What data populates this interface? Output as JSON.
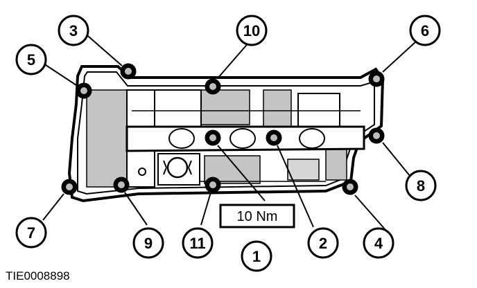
{
  "figure_id": "TIE0008898",
  "torque_spec": "10 Nm",
  "callouts": [
    "1",
    "2",
    "3",
    "4",
    "5",
    "6",
    "7",
    "8",
    "9",
    "10",
    "11"
  ],
  "colors": {
    "ink": "#000000",
    "paper": "#ffffff",
    "shade": "#bdbdbd"
  }
}
